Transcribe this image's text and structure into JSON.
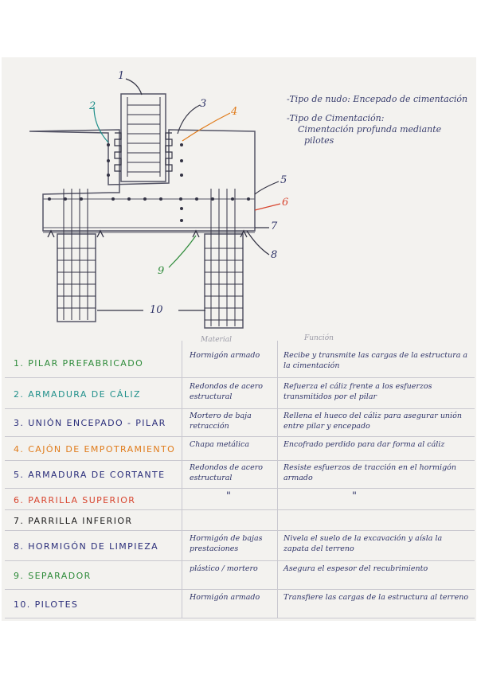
{
  "notes": {
    "line1": "-Tipo de nudo: Encepado de cimentación",
    "line2": "-Tipo de Cimentación:",
    "line3": "Cimentación profunda mediante",
    "line4": "pilotes"
  },
  "callouts": [
    "1",
    "2",
    "3",
    "4",
    "5",
    "6",
    "7",
    "8",
    "9",
    "10"
  ],
  "columns": {
    "material": "Material",
    "function": "Función"
  },
  "ditto": "\"",
  "rows": [
    {
      "name": "1. PILAR PREFABRICADO",
      "color": "#2e8b3a",
      "material": "Hormigón armado",
      "function": "Recibe y transmite las cargas de la estructura a la cimentación"
    },
    {
      "name": "2. ARMADURA DE CÁLIZ",
      "color": "#1f8f8a",
      "material": "Redondos de acero estructural",
      "function": "Refuerza el cáliz frente a los esfuerzos transmitidos por el pilar"
    },
    {
      "name": "3. UNIÓN ENCEPADO - PILAR",
      "color": "#2a2d7a",
      "material": "Mortero de baja retracción",
      "function": "Rellena el hueco del cáliz para asegurar unión entre pilar y encepado"
    },
    {
      "name": "4. CAJÓN DE EMPOTRAMIENTO",
      "color": "#e07b1a",
      "material": "Chapa metálica",
      "function": "Encofrado perdido para dar forma al cáliz"
    },
    {
      "name": "5. ARMADURA DE CORTANTE",
      "color": "#2a2d7a",
      "material": "Redondos de acero estructural",
      "function": "Resiste esfuerzos de tracción en el hormigón armado"
    },
    {
      "name": "6. PARRILLA SUPERIOR",
      "color": "#d8452f",
      "material": "\"",
      "function": "\""
    },
    {
      "name": "7. PARRILLA INFERIOR",
      "color": "#1c1c1c",
      "material": "",
      "function": ""
    },
    {
      "name": "8. HORMIGÓN DE LIMPIEZA",
      "color": "#2a2d7a",
      "material": "Hormigón de bajas prestaciones",
      "function": "Nivela el suelo de la excavación y aísla la zapata del terreno"
    },
    {
      "name": "9. SEPARADOR",
      "color": "#2e8b3a",
      "material": "plástico / mortero",
      "function": "Asegura el espesor del recubrimiento"
    },
    {
      "name": "10. PILOTES",
      "color": "#2a2d7a",
      "material": "Hormigón armado",
      "function": "Transfiere las cargas de la estructura al terreno"
    }
  ],
  "colors": {
    "paper": "#f3f2ef",
    "ink": "#2f3468",
    "pencil": "#555566"
  }
}
